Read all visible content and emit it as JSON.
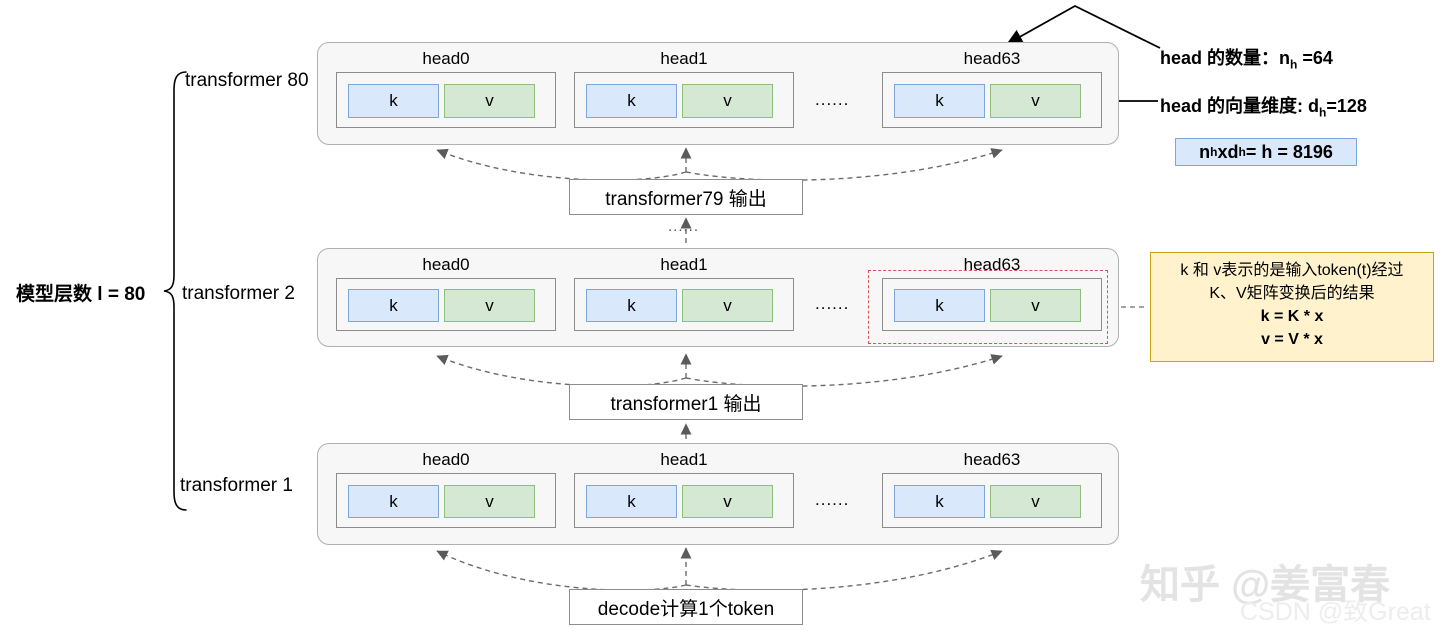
{
  "diagram": {
    "title_left_label": "模型层数 l = 80",
    "layers": [
      {
        "id": "transformer-80",
        "label": "transformer 80",
        "heads": [
          {
            "label": "head0",
            "k": "k",
            "v": "v"
          },
          {
            "label": "head1",
            "k": "k",
            "v": "v"
          },
          {
            "label": "head63",
            "k": "k",
            "v": "v"
          }
        ],
        "ellipsis": "......"
      },
      {
        "id": "transformer-2",
        "label": "transformer 2",
        "heads": [
          {
            "label": "head0",
            "k": "k",
            "v": "v"
          },
          {
            "label": "head1",
            "k": "k",
            "v": "v"
          },
          {
            "label": "head63",
            "k": "k",
            "v": "v"
          }
        ],
        "ellipsis": "......"
      },
      {
        "id": "transformer-1",
        "label": "transformer 1",
        "heads": [
          {
            "label": "head0",
            "k": "k",
            "v": "v"
          },
          {
            "label": "head1",
            "k": "k",
            "v": "v"
          },
          {
            "label": "head63",
            "k": "k",
            "v": "v"
          }
        ],
        "ellipsis": "......"
      }
    ],
    "output_boxes": [
      {
        "id": "transformer79-output",
        "label": "transformer79 输出"
      },
      {
        "id": "transformer1-output",
        "label": "transformer1 输出"
      },
      {
        "id": "decode-token",
        "label": "decode计算1个token"
      }
    ],
    "vertical_ellipsis": "......",
    "annotations": {
      "head_count": {
        "text": "head 的数量：",
        "sym": "n",
        "sub": "h",
        "value": " =64"
      },
      "head_dim": {
        "text": "head 的向量维度: ",
        "sym": "d",
        "sub": "h",
        "value": "=128"
      },
      "formula_chip": {
        "a_sym": "n",
        "a_sub": "h",
        "op": " x ",
        "b_sym": "d",
        "b_sub": "h",
        "tail": " = h = 8196"
      },
      "callout": {
        "line1": "k 和 v表示的是输入token(t)经过",
        "line2": "K、V矩阵变换后的结果",
        "line3": "k = K * x",
        "line4": "v = V * x"
      }
    },
    "watermarks": {
      "zhihu": "知乎 @姜富春",
      "csdn": "CSDN @致Great"
    },
    "colors": {
      "k_fill": "#dae8fc",
      "k_stroke": "#7ea6d8",
      "v_fill": "#d5e8d4",
      "v_stroke": "#8fbc7f",
      "block_fill": "#f7f7f7",
      "block_stroke": "#b0b0b0",
      "callout_fill": "#fff2cc",
      "callout_stroke": "#c8a415",
      "highlight_stroke": "#d9534f"
    }
  }
}
